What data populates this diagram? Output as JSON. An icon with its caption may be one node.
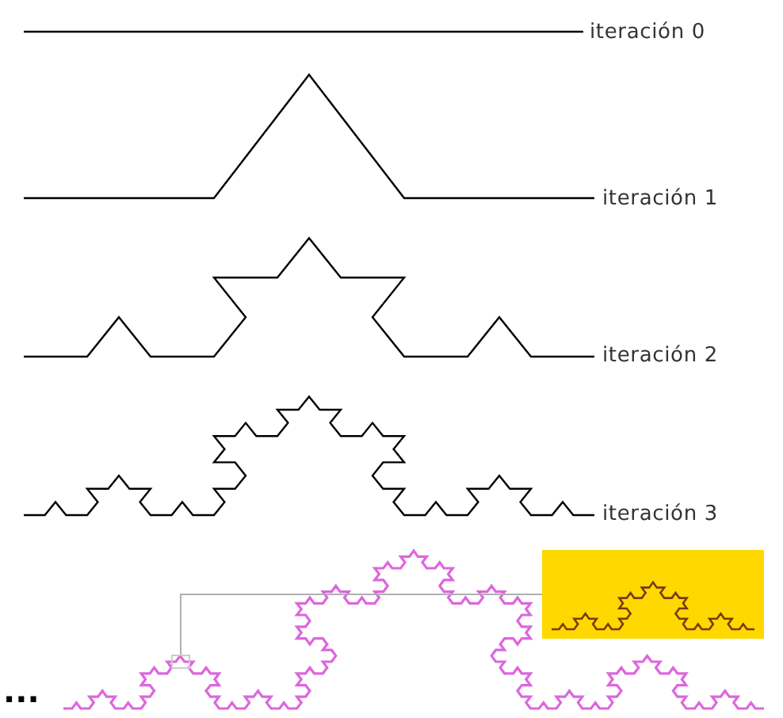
{
  "diagram": {
    "nodes": [
      {
        "text": [],
        "shape": "box"
      },
      {
        "text": [],
        "shape": "picture"
      }
    ],
    "edges": [
      {
        "from": 0,
        "to": 1,
        "arrow": "none"
      }
    ],
    "labels": [
      "iteración 0",
      "iteración 1",
      "iteración 2",
      "iteración 3",
      "..."
    ]
  }
}
